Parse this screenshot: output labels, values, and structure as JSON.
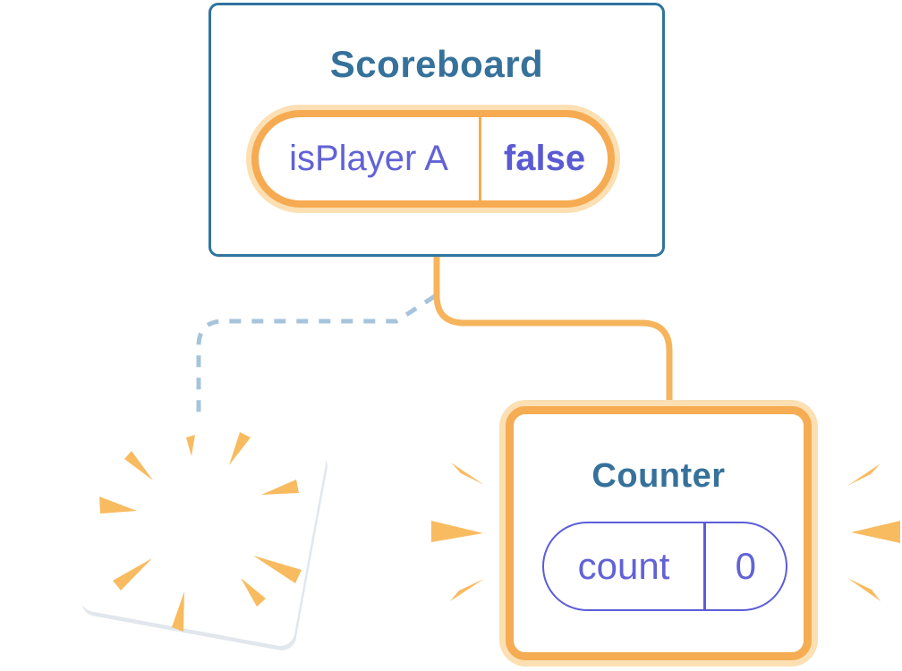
{
  "diagram": {
    "description": "React component-tree state diagram: Scoreboard parent with new state, old Counter child destroyed, new Counter child mounted with reset state",
    "scoreboard": {
      "title": "Scoreboard",
      "state": {
        "name": "isPlayer A",
        "value": "false"
      }
    },
    "counter": {
      "title": "Counter",
      "state": {
        "name": "count",
        "value": "0"
      }
    },
    "destroyed_component": {
      "label": ""
    }
  },
  "icons": {
    "sparkle": "four-point-star",
    "burst_ray": "tapered-wedge"
  },
  "colors": {
    "card_border_blue": "#30749E",
    "title_blue": "#35719B",
    "state_text_purple": "#6262D7",
    "state_value_purple": "#5A5AD3",
    "counter_pill_purple": "#5C5CD9",
    "orange_border": "#F5AC53",
    "orange_halo": "#FCDFB2",
    "connector_orange": "#F6B45C",
    "dashed_connector_blue": "#A6C4DB",
    "burst_orange": "#F8BB60",
    "background": "#FFFFFF"
  }
}
